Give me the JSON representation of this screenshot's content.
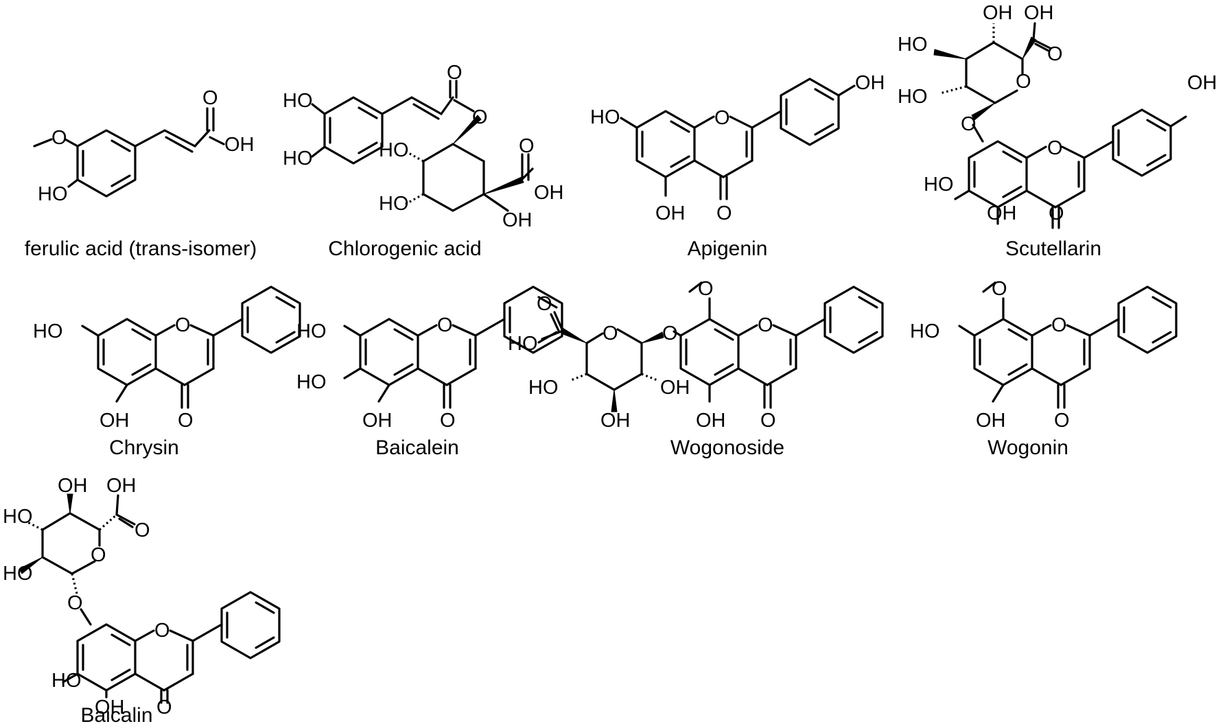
{
  "compounds": [
    {
      "name": "ferulic acid (trans-isomer)"
    },
    {
      "name": "Chlorogenic acid"
    },
    {
      "name": "Apigenin"
    },
    {
      "name": "Scutellarin"
    },
    {
      "name": "Chrysin"
    },
    {
      "name": "Baicalein"
    },
    {
      "name": "Wogonoside"
    },
    {
      "name": "Wogonin"
    },
    {
      "name": "Baicalin"
    }
  ],
  "atom_labels": {
    "oh": "OH",
    "ho": "HO",
    "o": "O"
  }
}
